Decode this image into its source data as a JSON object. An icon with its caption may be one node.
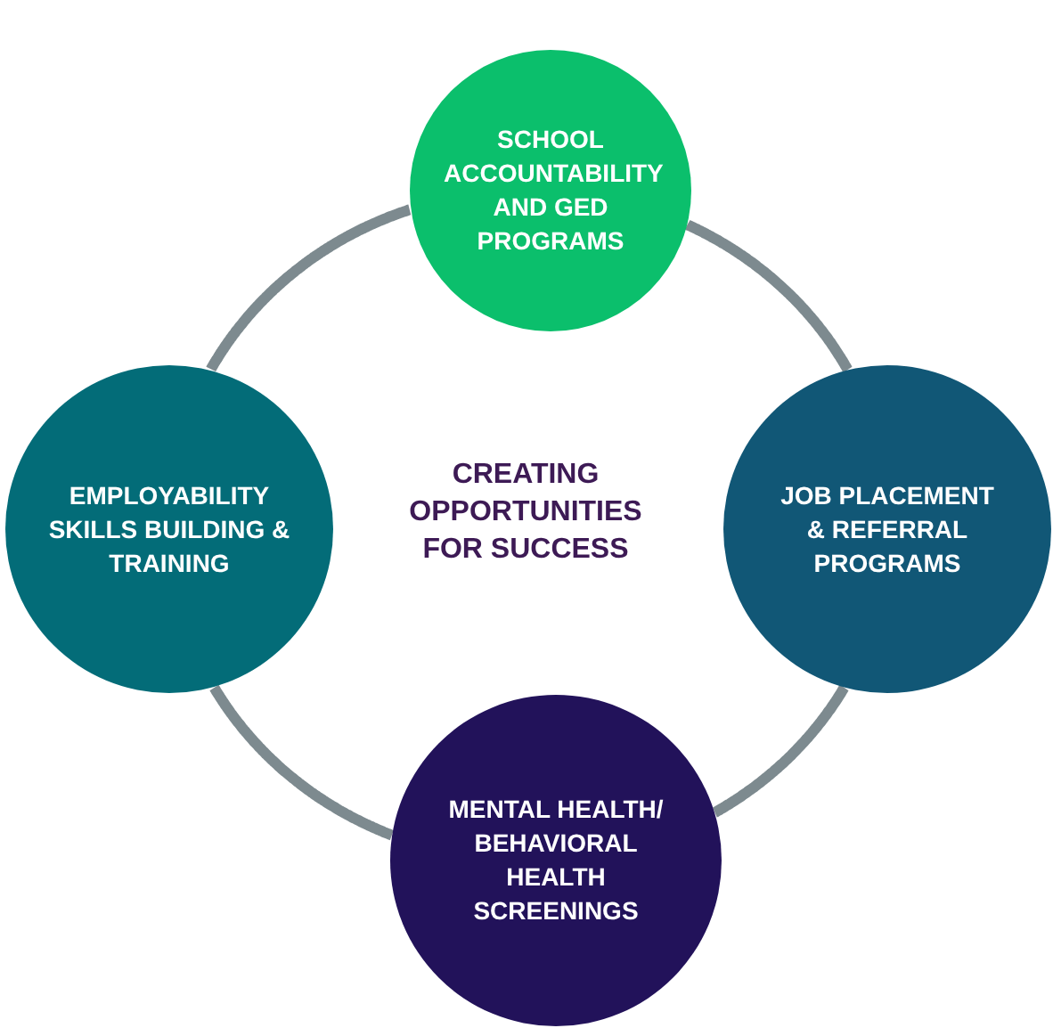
{
  "diagram": {
    "nodes": [
      {
        "text": [
          "SCHOOL ACCOUNTABILITY AND GED PROGRAMS"
        ]
      },
      {
        "text": [
          "JOB PLACEMENT & REFERRAL PROGRAMS"
        ]
      },
      {
        "text": [
          "MENTAL HEALTH/ BEHAVIORAL HEALTH SCREENINGS"
        ]
      },
      {
        "text": [
          "EMPLOYABILITY SKILLS BUILDING & TRAINING"
        ]
      }
    ],
    "edges": [
      {
        "from": 0,
        "to": 1,
        "arrow": "none"
      },
      {
        "from": 1,
        "to": 2,
        "arrow": "none"
      },
      {
        "from": 2,
        "to": 3,
        "arrow": "none"
      },
      {
        "from": 3,
        "to": 0,
        "arrow": "none"
      }
    ],
    "labels": [
      "CREATING OPPORTUNITIES FOR SUCCESS"
    ]
  }
}
